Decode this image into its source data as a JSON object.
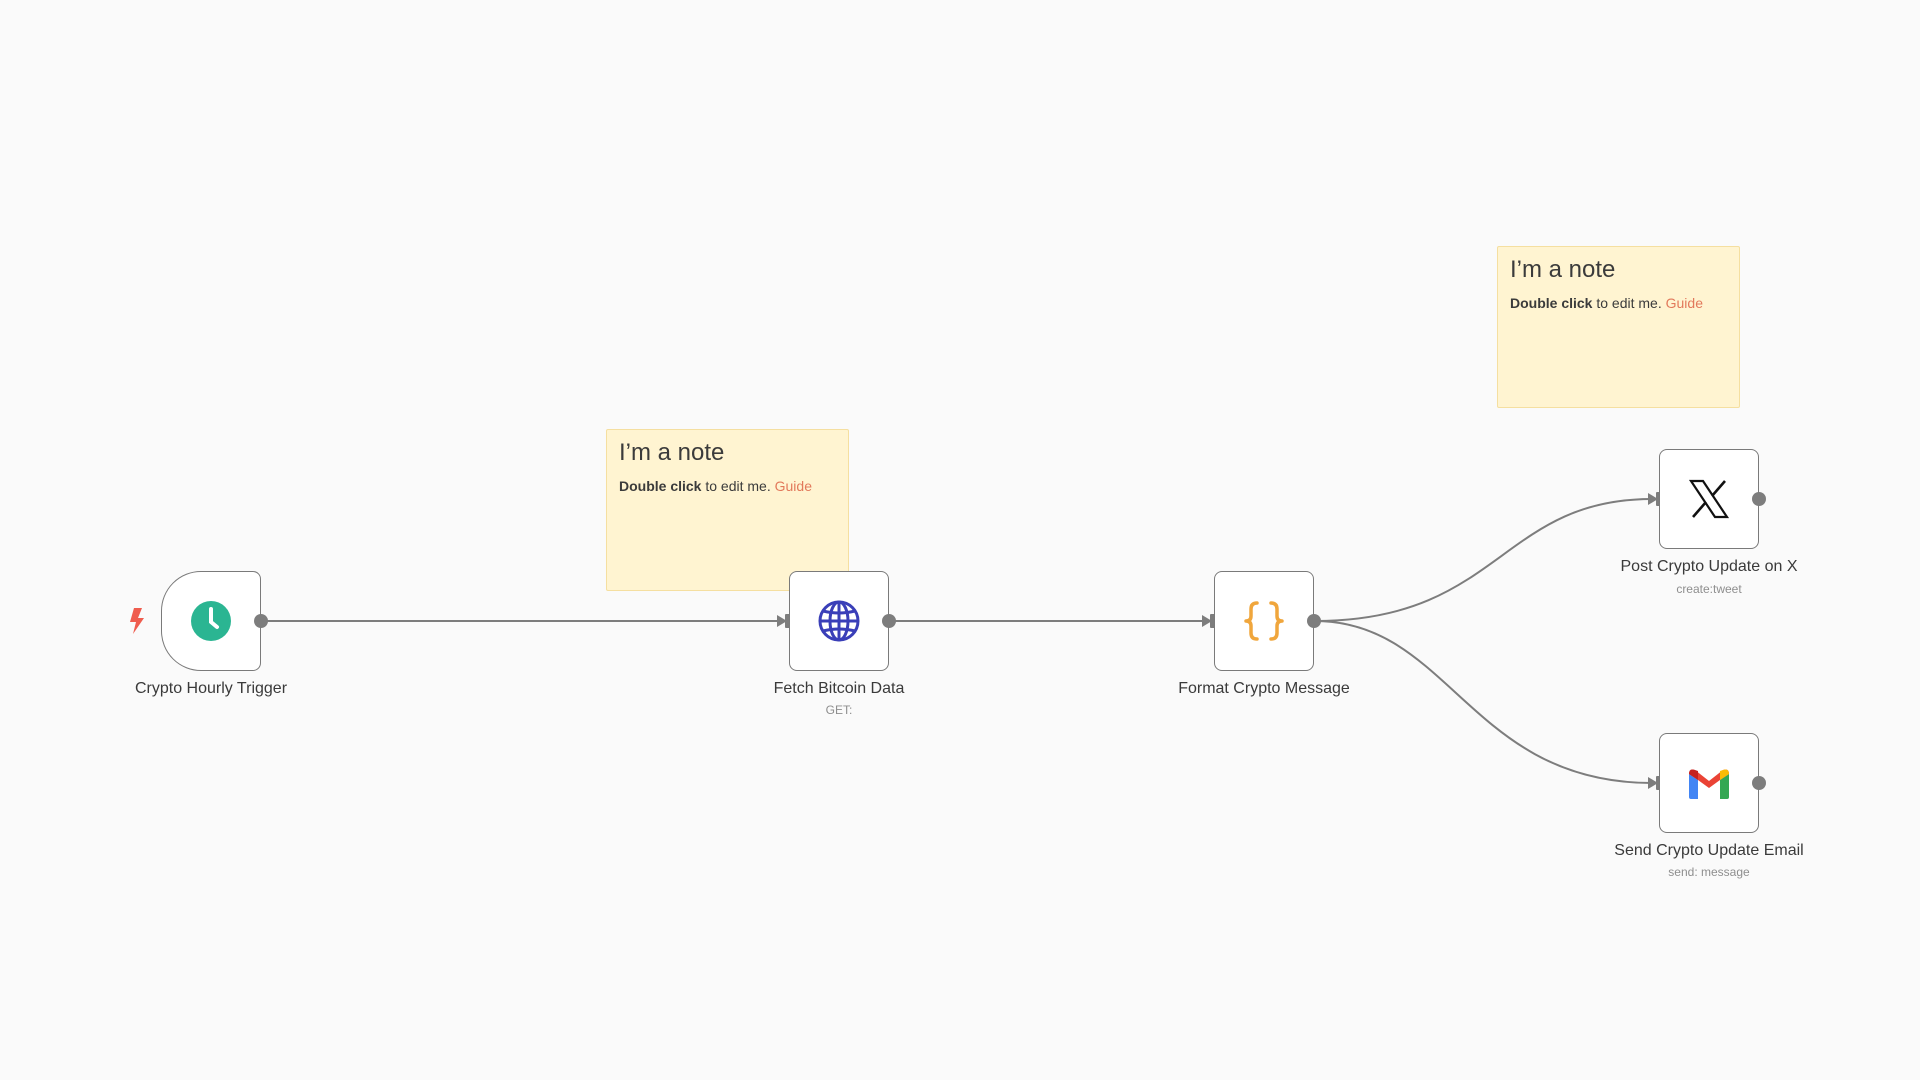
{
  "canvas": {
    "background": "#fafafa"
  },
  "notes": [
    {
      "title": "I’m a note",
      "bold": "Double click",
      "text": " to edit me. ",
      "link": "Guide"
    },
    {
      "title": "I’m a note",
      "bold": "Double click",
      "text": " to edit me. ",
      "link": "Guide"
    }
  ],
  "nodes": {
    "trigger": {
      "label": "Crypto Hourly Trigger",
      "icon": "clock-icon",
      "color": "#2bb592",
      "trigger_icon": "lightning-bolt-icon",
      "trigger_color": "#ef5c4e"
    },
    "fetch": {
      "label": "Fetch Bitcoin Data",
      "subtitle": "GET:",
      "icon": "globe-icon",
      "color": "#3a3fb8"
    },
    "format": {
      "label": "Format Crypto Message",
      "icon": "code-braces-icon",
      "color": "#f0a63c"
    },
    "x": {
      "label": "Post Crypto Update on X",
      "subtitle": "create:tweet",
      "icon": "x-logo-icon",
      "color": "#111111"
    },
    "gmail": {
      "label": "Send Crypto Update Email",
      "subtitle": "send: message",
      "icon": "gmail-icon"
    }
  },
  "connections": [
    {
      "from": "Crypto Hourly Trigger",
      "to": "Fetch Bitcoin Data"
    },
    {
      "from": "Fetch Bitcoin Data",
      "to": "Format Crypto Message"
    },
    {
      "from": "Format Crypto Message",
      "to": "Post Crypto Update on X"
    },
    {
      "from": "Format Crypto Message",
      "to": "Send Crypto Update Email"
    }
  ]
}
